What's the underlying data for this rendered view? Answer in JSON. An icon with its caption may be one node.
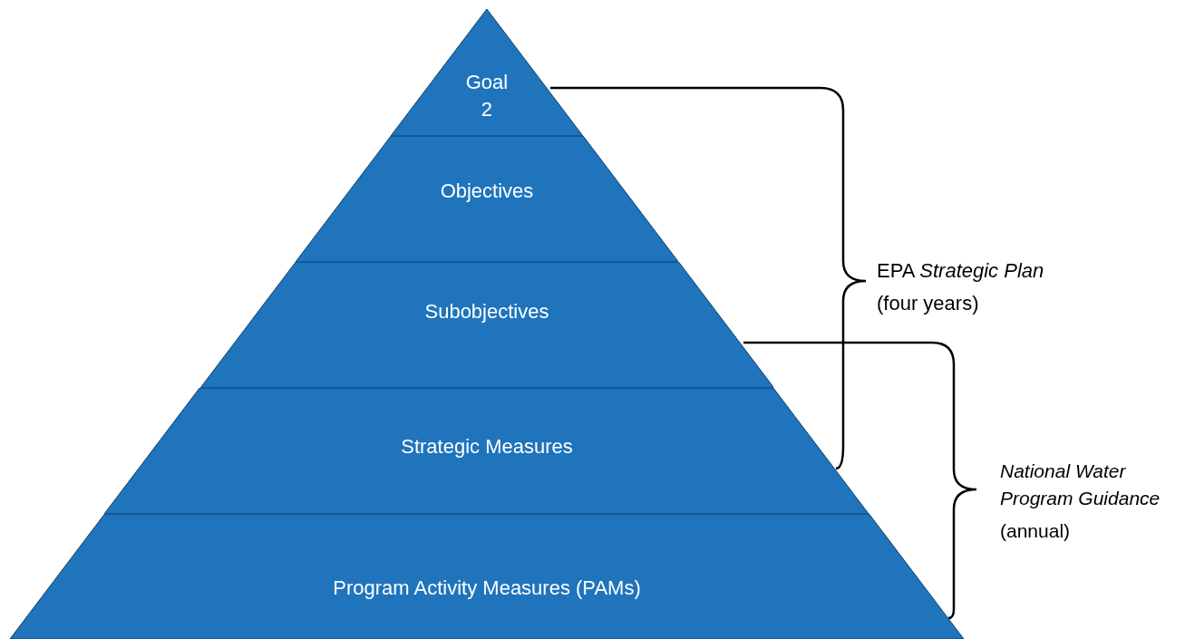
{
  "diagram": {
    "nodes": [
      {
        "text": [
          "Goal 2"
        ]
      },
      {
        "text": [
          "Objectives"
        ]
      },
      {
        "text": [
          "Subobjectives"
        ]
      },
      {
        "text": [
          "Strategic Measures"
        ]
      },
      {
        "text": [
          "Program Activity Measures (PAMs)"
        ]
      }
    ],
    "labels": [
      "EPA *Strategic Plan*",
      "(four years)",
      "*National Water Program Guidance*",
      "(annual)"
    ]
  }
}
